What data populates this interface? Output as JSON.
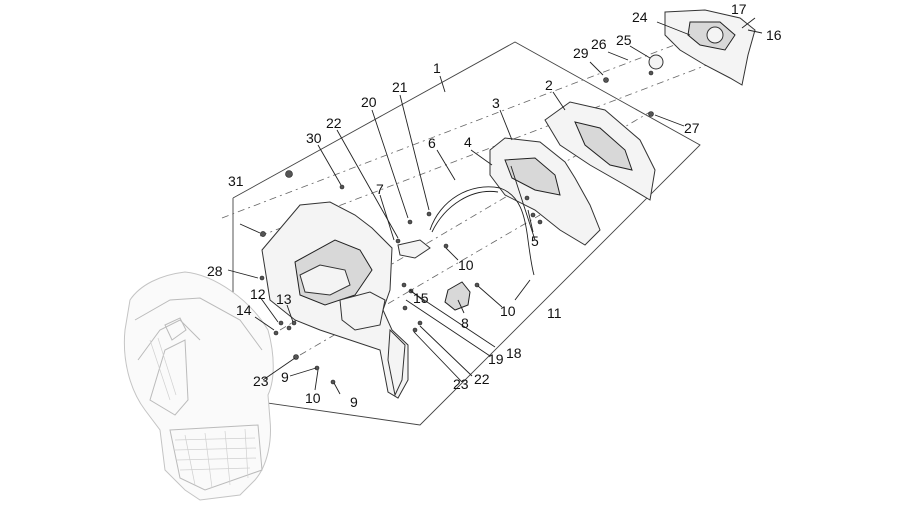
{
  "callouts": {
    "c1": "1",
    "c2": "2",
    "c3": "3",
    "c4": "4",
    "c5": "5",
    "c6": "6",
    "c7": "7",
    "c8": "8",
    "c9a": "9",
    "c9b": "9",
    "c10a": "10",
    "c10b": "10",
    "c10c": "10",
    "c11": "11",
    "c12": "12",
    "c13": "13",
    "c14": "14",
    "c15": "15",
    "c16": "16",
    "c17": "17",
    "c18": "18",
    "c19": "19",
    "c20": "20",
    "c21": "21",
    "c22a": "22",
    "c22b": "22",
    "c23a": "23",
    "c23b": "23",
    "c24": "24",
    "c25": "25",
    "c26": "26",
    "c27": "27",
    "c28": "28",
    "c29": "29",
    "c30": "30",
    "c31": "31"
  }
}
